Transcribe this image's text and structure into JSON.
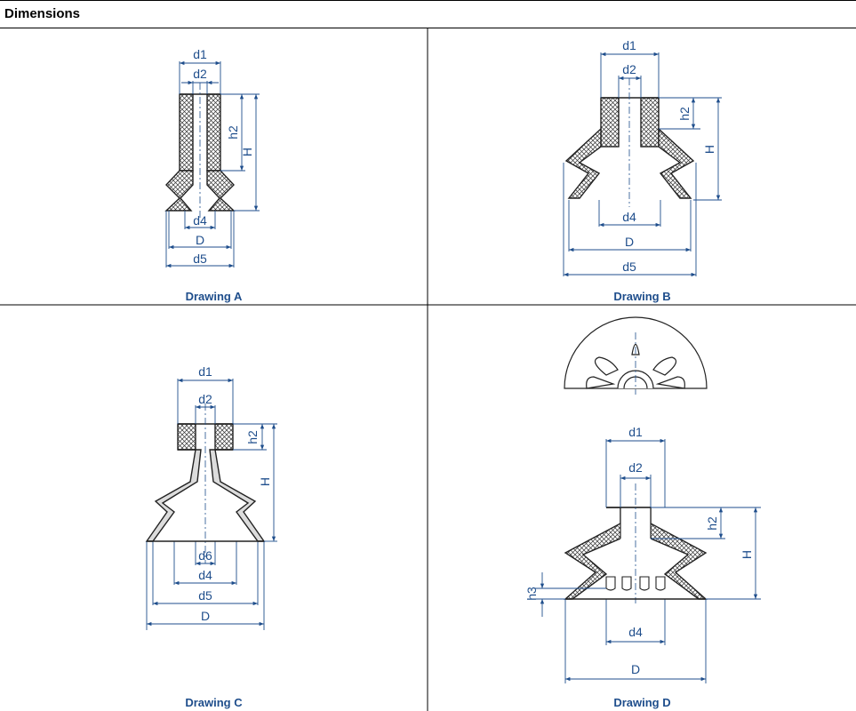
{
  "header": {
    "title": "Dimensions"
  },
  "colors": {
    "dimension_line": "#1f4e8c",
    "outline": "#222222",
    "grid_border": "#000000"
  },
  "drawings": {
    "a": {
      "caption": "Drawing A",
      "labels": {
        "d1": "d1",
        "d2": "d2",
        "h2": "h2",
        "H": "H",
        "d4": "d4",
        "D": "D",
        "d5": "d5"
      }
    },
    "b": {
      "caption": "Drawing B",
      "labels": {
        "d1": "d1",
        "d2": "d2",
        "h2": "h2",
        "H": "H",
        "d4": "d4",
        "D": "D",
        "d5": "d5"
      }
    },
    "c": {
      "caption": "Drawing C",
      "labels": {
        "d1": "d1",
        "d2": "d2",
        "h2": "h2",
        "H": "H",
        "d6": "d6",
        "d4": "d4",
        "d5": "d5",
        "D": "D"
      }
    },
    "d": {
      "caption": "Drawing D",
      "labels": {
        "d1": "d1",
        "d2": "d2",
        "h2": "h2",
        "H": "H",
        "h3": "h3",
        "d4": "d4",
        "D": "D"
      }
    }
  }
}
